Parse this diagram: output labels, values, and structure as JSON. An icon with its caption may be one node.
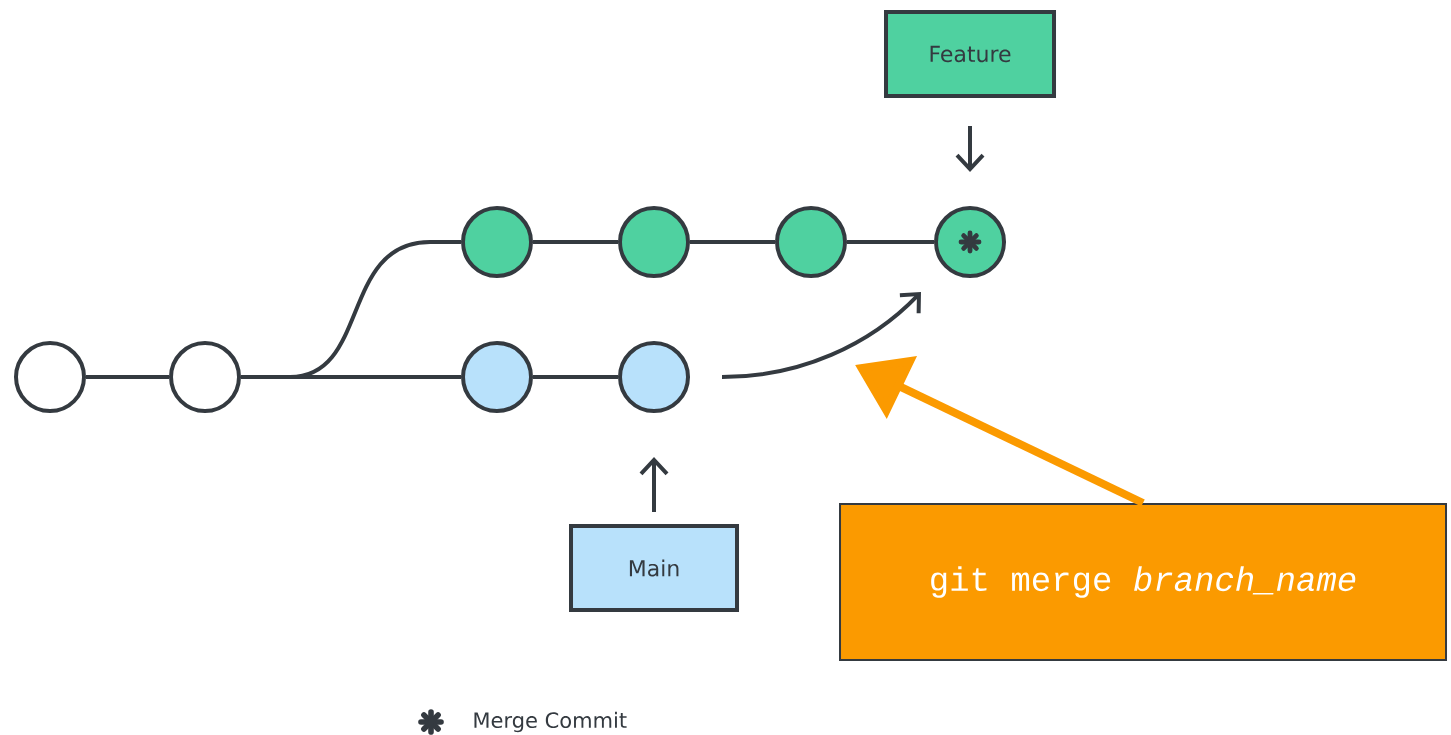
{
  "diagram": {
    "nodes": [
      {
        "text": [],
        "shape": "circle"
      },
      {
        "text": [],
        "shape": "circle"
      },
      {
        "text": [],
        "shape": "circle"
      },
      {
        "text": [],
        "shape": "circle"
      },
      {
        "text": [],
        "shape": "circle"
      },
      {
        "text": [],
        "shape": "circle"
      },
      {
        "text": [],
        "shape": "circle"
      },
      {
        "text": [],
        "shape": "circle"
      },
      {
        "text": [
          "Feature"
        ]
      },
      {
        "text": [
          "Main"
        ]
      },
      {
        "text": [
          "git merge *branch_name*"
        ]
      }
    ],
    "edges": [
      {
        "from": 0,
        "to": 1,
        "arrow": "none"
      },
      {
        "from": 1,
        "to": 2,
        "arrow": "none"
      },
      {
        "from": 2,
        "to": 3,
        "arrow": "none"
      },
      {
        "from": 3,
        "to": 4,
        "arrow": "none"
      },
      {
        "from": 4,
        "to": 5,
        "arrow": "none"
      },
      {
        "from": 1,
        "to": 6,
        "arrow": "none"
      },
      {
        "from": 6,
        "to": 7,
        "arrow": "none"
      },
      {
        "from": 8,
        "to": 5,
        "arrow": "to"
      },
      {
        "from": 9,
        "to": 7,
        "arrow": "to"
      },
      {
        "from": 7,
        "to": 5,
        "arrow": "to"
      },
      {
        "from": 10,
        "to": null,
        "arrow": "to",
        "style": "thick",
        "color": "#fb9a00"
      }
    ],
    "legend": [
      {
        "text": "Merge Commit"
      }
    ]
  }
}
